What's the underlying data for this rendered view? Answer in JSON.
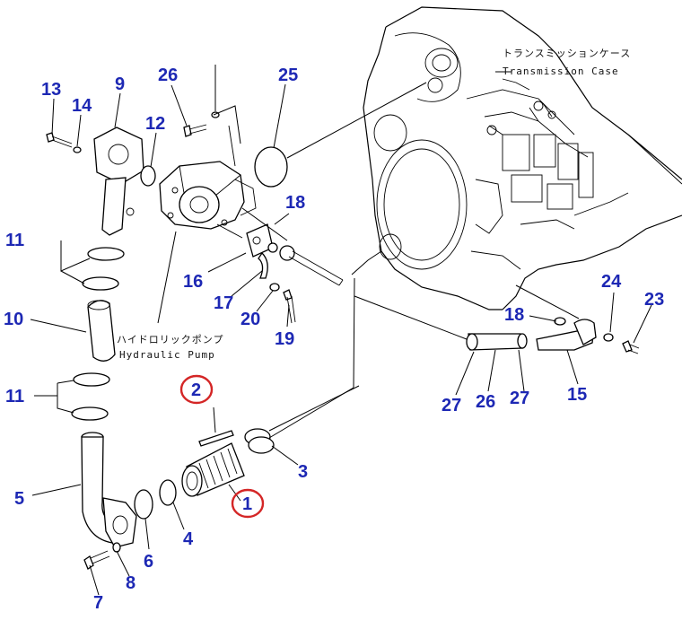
{
  "diagram": {
    "highlight_color": "#d42626",
    "label_color": "#1d28b4",
    "notes": {
      "transmission_jp": "トランスミッションケース",
      "transmission_en": "Transmission Case",
      "pump_jp": "ハイドロリックポンプ",
      "pump_en": "Hydraulic Pump"
    },
    "parts": [
      {
        "id": "1",
        "highlighted": true
      },
      {
        "id": "2",
        "highlighted": true
      },
      {
        "id": "3"
      },
      {
        "id": "4"
      },
      {
        "id": "5"
      },
      {
        "id": "6"
      },
      {
        "id": "7"
      },
      {
        "id": "8"
      },
      {
        "id": "9"
      },
      {
        "id": "10"
      },
      {
        "id": "11a",
        "label": "11"
      },
      {
        "id": "11b",
        "label": "11"
      },
      {
        "id": "12"
      },
      {
        "id": "13"
      },
      {
        "id": "14"
      },
      {
        "id": "15"
      },
      {
        "id": "16"
      },
      {
        "id": "17"
      },
      {
        "id": "18a",
        "label": "18"
      },
      {
        "id": "18b",
        "label": "18"
      },
      {
        "id": "19"
      },
      {
        "id": "20"
      },
      {
        "id": "21"
      },
      {
        "id": "22"
      },
      {
        "id": "23"
      },
      {
        "id": "24"
      },
      {
        "id": "25"
      },
      {
        "id": "26"
      },
      {
        "id": "27a",
        "label": "27"
      },
      {
        "id": "27b",
        "label": "27"
      }
    ]
  }
}
